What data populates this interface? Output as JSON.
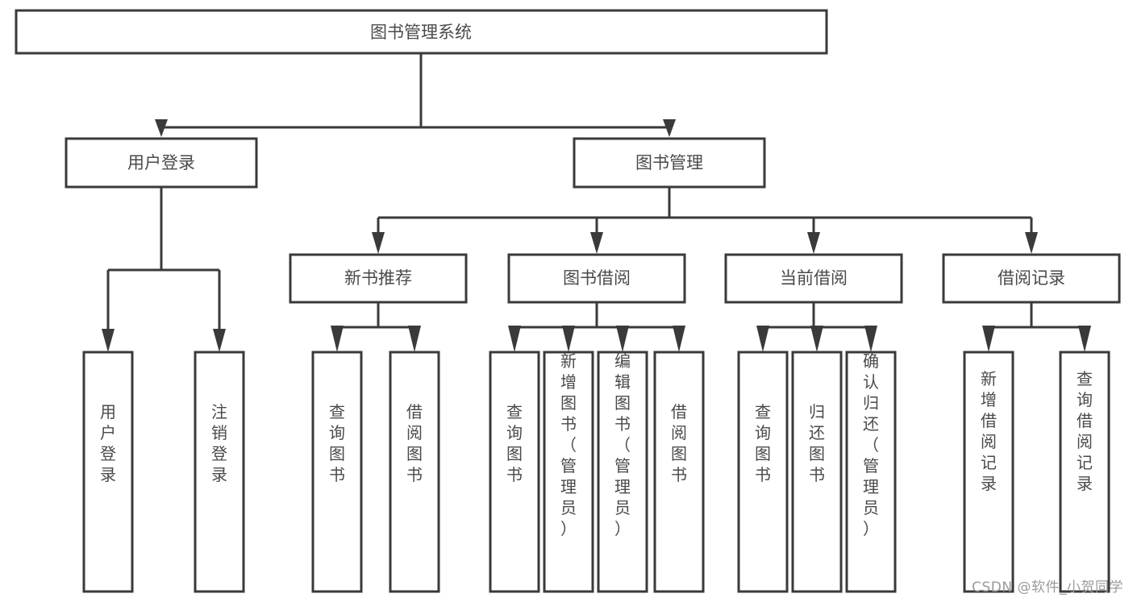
{
  "diagram": {
    "type": "tree",
    "title": "图书管理系统",
    "watermark": "CSDN @软件_小贺同学",
    "colors": {
      "stroke": "#3a3a3a",
      "fill": "#ffffff",
      "text": "#4a4a4a",
      "background": "#ffffff",
      "watermark": "#9a9a9a"
    },
    "levels": {
      "root": {
        "label": "图书管理系统"
      },
      "level2": [
        {
          "label": "用户登录"
        },
        {
          "label": "图书管理"
        }
      ],
      "level3": [
        {
          "label": "新书推荐"
        },
        {
          "label": "图书借阅"
        },
        {
          "label": "当前借阅"
        },
        {
          "label": "借阅记录"
        }
      ]
    },
    "leaves": {
      "user_login": [
        {
          "label": "用户登录"
        },
        {
          "label": "注销登录"
        }
      ],
      "new_book_recommend": [
        {
          "label": "查询图书"
        },
        {
          "label": "借阅图书"
        }
      ],
      "book_borrow": [
        {
          "label": "查询图书"
        },
        {
          "label": "新增图书（管理员）"
        },
        {
          "label": "编辑图书（管理员）"
        },
        {
          "label": "借阅图书"
        }
      ],
      "current_borrow": [
        {
          "label": "查询图书"
        },
        {
          "label": "归还图书"
        },
        {
          "label": "确认归还（管理员）"
        }
      ],
      "borrow_record": [
        {
          "label": "新增借阅记录"
        },
        {
          "label": "查询借阅记录"
        }
      ]
    }
  }
}
